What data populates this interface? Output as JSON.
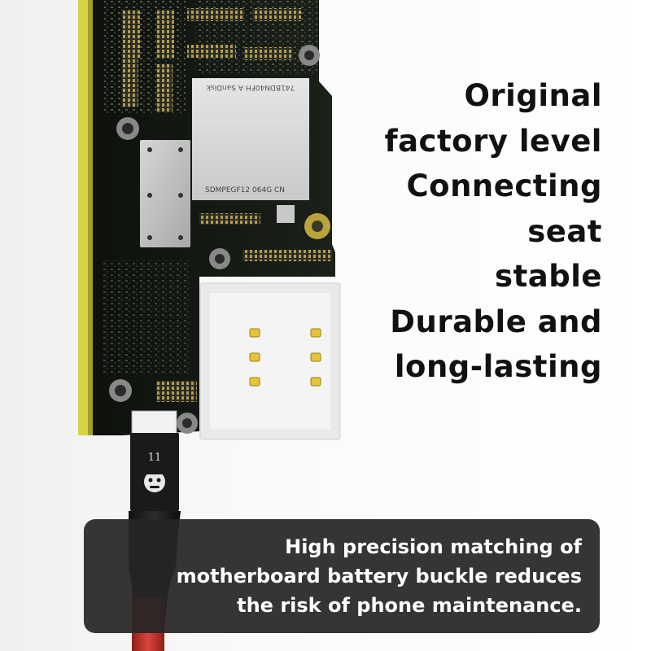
{
  "headline": {
    "lines": [
      "Original",
      "factory level",
      "Connecting",
      "seat",
      "stable",
      "Durable and",
      "long-lasting"
    ]
  },
  "caption": {
    "lines": [
      "High precision matching of",
      "motherboard battery buckle reduces",
      "the risk of phone maintenance."
    ]
  },
  "product": {
    "chip_top_text": "741BDN40FH A SanDisk",
    "chip_model_text": "SDMPEGF12  064G  CN",
    "cable_number": "11"
  },
  "colors": {
    "board_green": "#151a14",
    "gold_edge": "#d8d24a",
    "cable_red": "#c0342b",
    "caption_bg": "#262626"
  }
}
